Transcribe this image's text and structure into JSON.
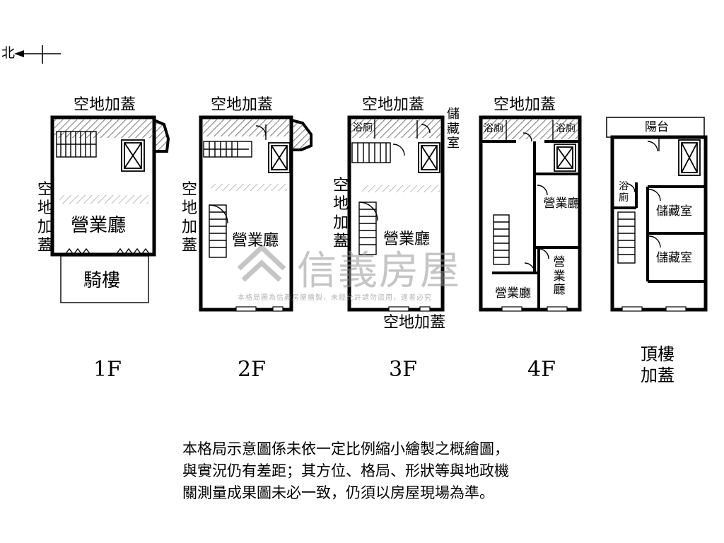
{
  "north": "北",
  "floors": {
    "f1": {
      "name": "1F",
      "top_label": "空地加蓋",
      "side_label": "空地加蓋",
      "room": "營業廳",
      "arcade": "騎樓"
    },
    "f2": {
      "name": "2F",
      "top_label": "空地加蓋",
      "side_label": "空地加蓋",
      "room": "營業廳"
    },
    "f3": {
      "name": "3F",
      "top_label": "空地加蓋",
      "side_label": "空地加蓋",
      "bottom_label": "空地加蓋",
      "storage": "儲藏室",
      "bath": "浴廁",
      "room": "營業廳"
    },
    "f4": {
      "name": "4F",
      "top_label": "空地加蓋",
      "bath_left": "浴廁",
      "bath_right": "浴廁",
      "room_right_upper": "營業廳",
      "room_right_lower": "營業廳",
      "room_bottom": "營業廳"
    },
    "roof": {
      "name": "頂樓加蓋",
      "balcony": "陽台",
      "bath": "浴廁",
      "storage_upper": "儲藏室",
      "storage_lower": "儲藏室"
    }
  },
  "watermark": {
    "brand": "信義房屋",
    "notice": "本格局圖為信義房屋繪製，未經允許請勿盜用，違者必究"
  },
  "disclaimer": [
    "本格局示意圖係未依一定比例縮小繪製之概繪圖，",
    "與實況仍有差距；其方位、格局、形狀等與地政機",
    "關測量成果圖未必一致，仍須以房屋現場為準。"
  ]
}
